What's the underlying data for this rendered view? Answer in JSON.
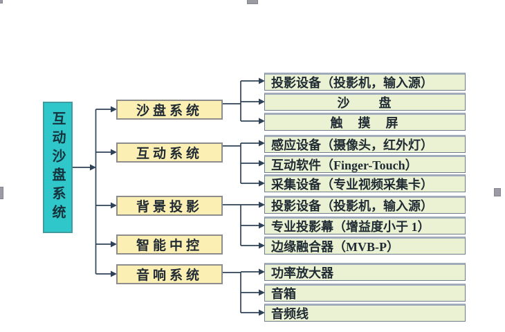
{
  "diagram": {
    "root": "互动沙盘系统",
    "branches": [
      {
        "label": "沙盘系统",
        "children": [
          "投影设备（投影机，输入源）",
          "沙　　盘",
          "触　摸　屏"
        ]
      },
      {
        "label": "互动系统",
        "children": [
          "感应设备（摄像头，红外灯）",
          "互动软件（Finger-Touch）",
          "采集设备（专业视频采集卡）"
        ]
      },
      {
        "label": "背景投影",
        "children": [
          "投影设备（投影机，输入源）",
          "专业投影幕（增益度小于 1）",
          "边缘融合器（MVB-P）"
        ]
      },
      {
        "label": "智能中控",
        "children": []
      },
      {
        "label": "音响系统",
        "children": [
          "功率放大器",
          "音箱",
          "音频线"
        ]
      }
    ],
    "colors": {
      "root_fill": "#2fc7c9",
      "root_border": "#3f9ba0",
      "branch_fill": "#fcefb4",
      "branch_border": "#8c8c8c",
      "leaf_fill": "#eaf2d3",
      "leaf_border": "#6e7b89",
      "leaf_top_edge": "#9fabbb",
      "connector": "#2f4257",
      "handle": "#9b9ba3"
    }
  }
}
